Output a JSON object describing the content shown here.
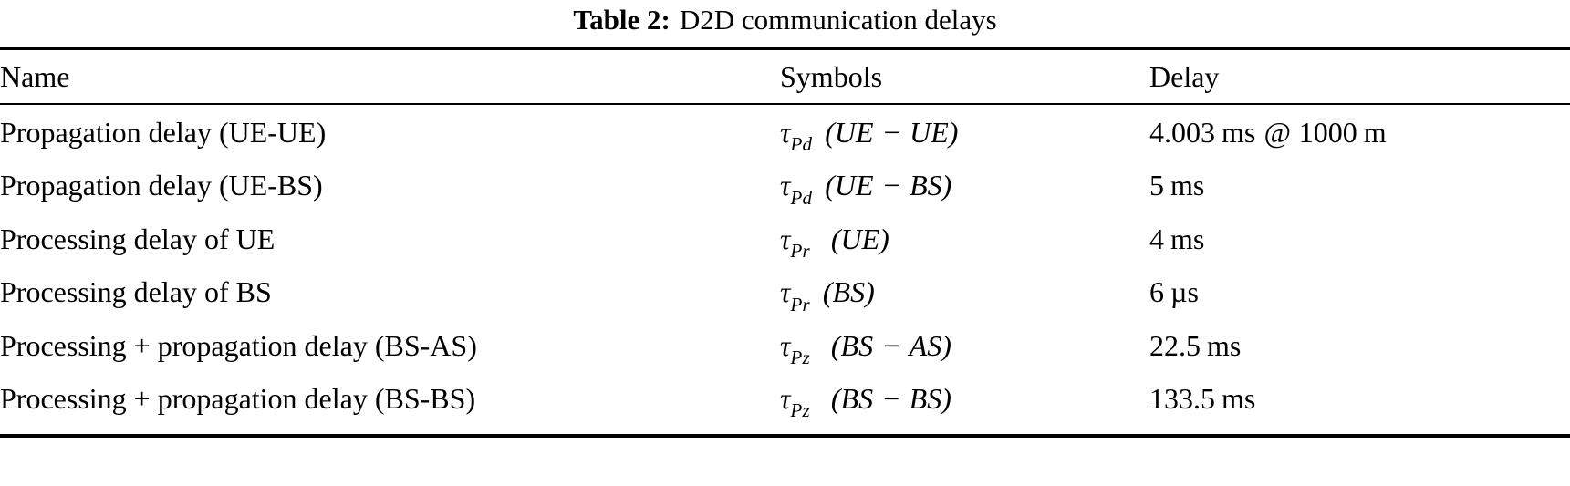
{
  "caption": {
    "label": "Table 2:",
    "text": "D2D communication delays"
  },
  "columns": {
    "name": "Name",
    "symbols": "Symbols",
    "delay": "Delay"
  },
  "rows": [
    {
      "name": "Propagation delay (UE-UE)",
      "symbol_tau_sub": "Pd",
      "symbol_args": "(UE − UE)",
      "symbol_plain": "τPd (UE − UE)",
      "sym_open": "(",
      "sym_a": "UE",
      "sym_op": "−",
      "sym_b": "UE",
      "sym_close": ")",
      "delay": "4.003 ms @ 1000 m",
      "delay_value": "4.003",
      "delay_unit": "ms",
      "delay_at": "@",
      "delay_cond_value": "1000",
      "delay_cond_unit": "m"
    },
    {
      "name": "Propagation delay (UE-BS)",
      "symbol_tau_sub": "Pd",
      "symbol_args": "(UE − BS)",
      "symbol_plain": "τPd (UE − BS)",
      "sym_open": "(",
      "sym_a": "UE",
      "sym_op": "−",
      "sym_b": "BS",
      "sym_close": ")",
      "delay": "5 ms",
      "delay_value": "5",
      "delay_unit": "ms",
      "delay_at": "",
      "delay_cond_value": "",
      "delay_cond_unit": ""
    },
    {
      "name": "Processing delay of UE",
      "symbol_tau_sub": "Pr",
      "symbol_args": "(UE)",
      "symbol_plain": "τPr (UE)",
      "sym_open": "(",
      "sym_a": "UE",
      "sym_op": "",
      "sym_b": "",
      "sym_close": ")",
      "delay": "4 ms",
      "delay_value": "4",
      "delay_unit": "ms",
      "delay_at": "",
      "delay_cond_value": "",
      "delay_cond_unit": ""
    },
    {
      "name": "Processing delay of BS",
      "symbol_tau_sub": "Pr",
      "symbol_args": "(BS)",
      "symbol_plain": "τPr (BS)",
      "sym_open": "(",
      "sym_a": "BS",
      "sym_op": "",
      "sym_b": "",
      "sym_close": ")",
      "delay": "6 µs",
      "delay_value": "6",
      "delay_unit": "µs",
      "delay_at": "",
      "delay_cond_value": "",
      "delay_cond_unit": ""
    },
    {
      "name": "Processing + propagation delay (BS-AS)",
      "symbol_tau_sub": "Pz",
      "symbol_args": "(BS − AS)",
      "symbol_plain": "τPz (BS − AS)",
      "sym_open": "(",
      "sym_a": "BS",
      "sym_op": "−",
      "sym_b": "AS",
      "sym_close": ")",
      "delay": "22.5 ms",
      "delay_value": "22.5",
      "delay_unit": "ms",
      "delay_at": "",
      "delay_cond_value": "",
      "delay_cond_unit": ""
    },
    {
      "name": "Processing + propagation delay (BS-BS)",
      "symbol_tau_sub": "Pz",
      "symbol_args": "(BS − BS)",
      "symbol_plain": "τPz (BS − BS)",
      "sym_open": "(",
      "sym_a": "BS",
      "sym_op": "−",
      "sym_b": "BS",
      "sym_close": ")",
      "delay": "133.5 ms",
      "delay_value": "133.5",
      "delay_unit": "ms",
      "delay_at": "",
      "delay_cond_value": "",
      "delay_cond_unit": ""
    }
  ],
  "tau_glyph": "τ",
  "colors": {
    "text": "#000000",
    "background": "#ffffff",
    "rule": "#000000"
  }
}
